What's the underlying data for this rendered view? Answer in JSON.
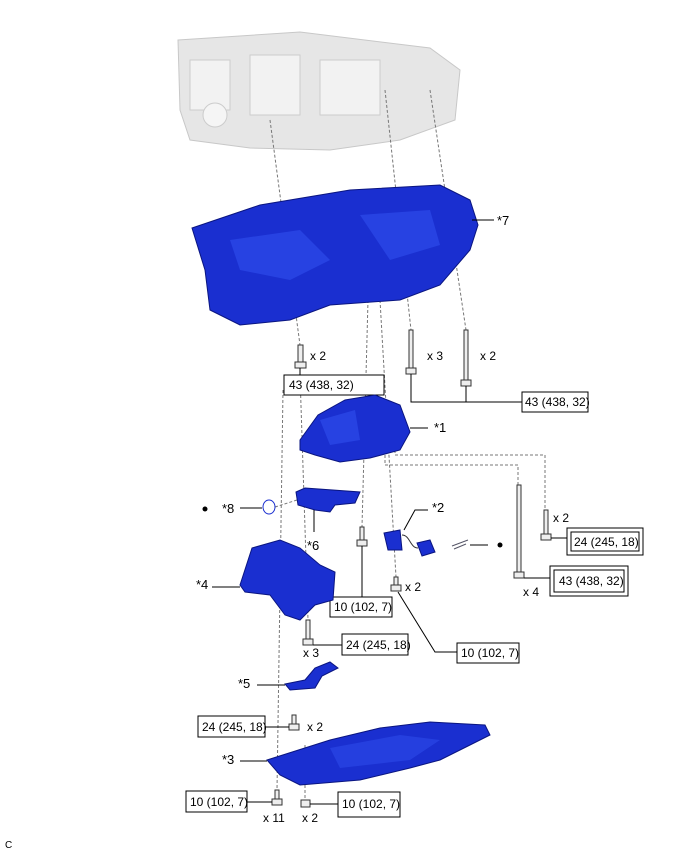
{
  "figure_code": "C",
  "parts": {
    "p1": "*1",
    "p2": "*2",
    "p3": "*3",
    "p4": "*4",
    "p5": "*5",
    "p6": "*6",
    "p7": "*7",
    "p8": "*8"
  },
  "quantities": {
    "q_top_left": "x 2",
    "q_top_mid": "x 3",
    "q_top_right": "x 2",
    "q_right_short": "x 2",
    "q_right_long": "x 4",
    "q_mid": "x 2",
    "q_housing": "x 3",
    "q_baffle": "x 2",
    "q_pan_bolts": "x 11",
    "q_pan_nuts": "x 2"
  },
  "torques": {
    "t_top_left": "43 (438, 32)",
    "t_top_right": "43 (438, 32)",
    "t_right_short": "24 (245, 18)",
    "t_right_long": "43 (438, 32)",
    "t_strainer": "10 (102, 7)",
    "t_mid": "10 (102, 7)",
    "t_housing": "24 (245, 18)",
    "t_baffle": "24 (245, 18)",
    "t_pan_bolts": "10 (102, 7)",
    "t_pan_nuts": "10 (102, 7)"
  },
  "colors": {
    "part": "#1a2fd0",
    "engine": "#e6e6e6"
  }
}
